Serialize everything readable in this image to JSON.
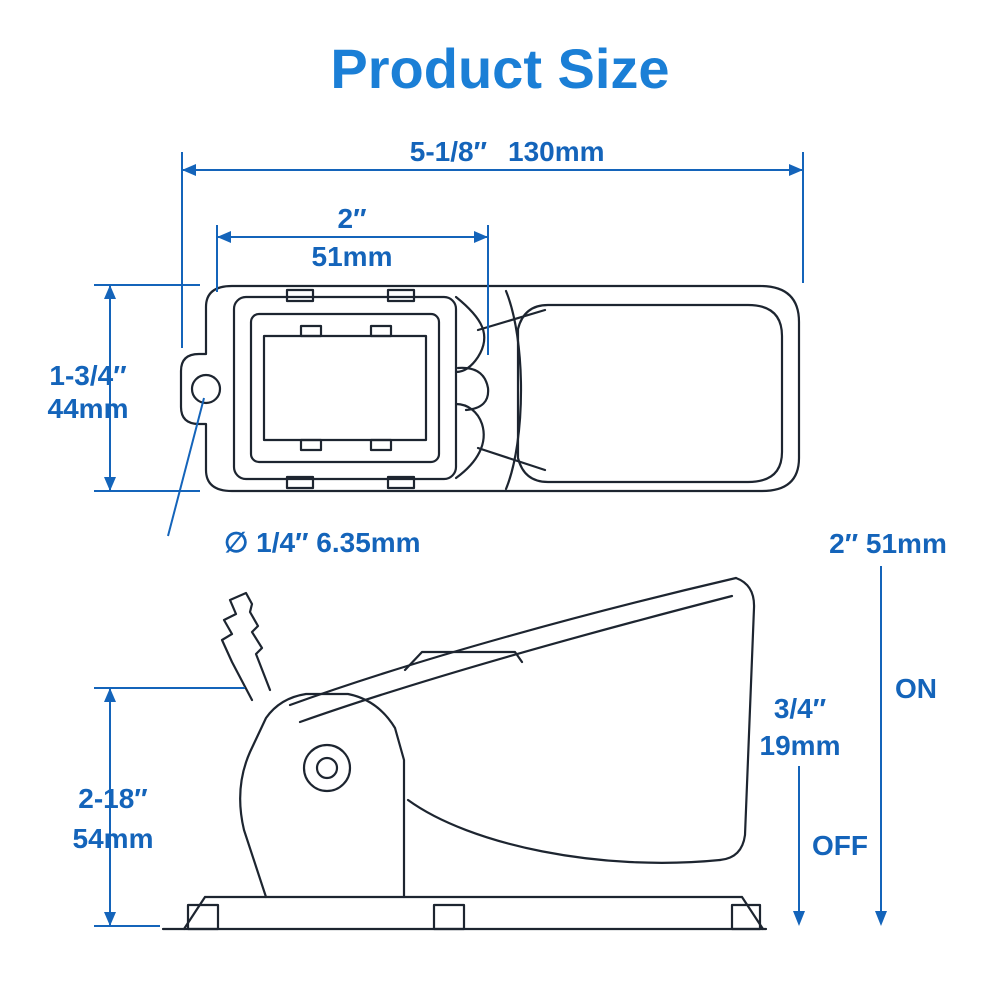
{
  "title": "Product Size",
  "colors": {
    "title_blue": "#1b7fd6",
    "dimension_blue": "#1464ba",
    "drawing_line": "#1d2530",
    "background": "#ffffff"
  },
  "top_view": {
    "overall_width_in": "5-1/8″",
    "overall_width_mm": "130mm",
    "slot_width_in": "2″",
    "slot_width_mm": "51mm",
    "body_height_in": "1-3/4″",
    "body_height_mm": "44mm",
    "hole_diameter": "∅ 1/4″  6.35mm"
  },
  "side_view": {
    "pedal_height_in": "2-18″",
    "pedal_height_mm": "54mm",
    "on_height": "2″ 51mm",
    "on_label": "ON",
    "off_height_in": "3/4″",
    "off_height_mm": "19mm",
    "off_label": "OFF"
  }
}
